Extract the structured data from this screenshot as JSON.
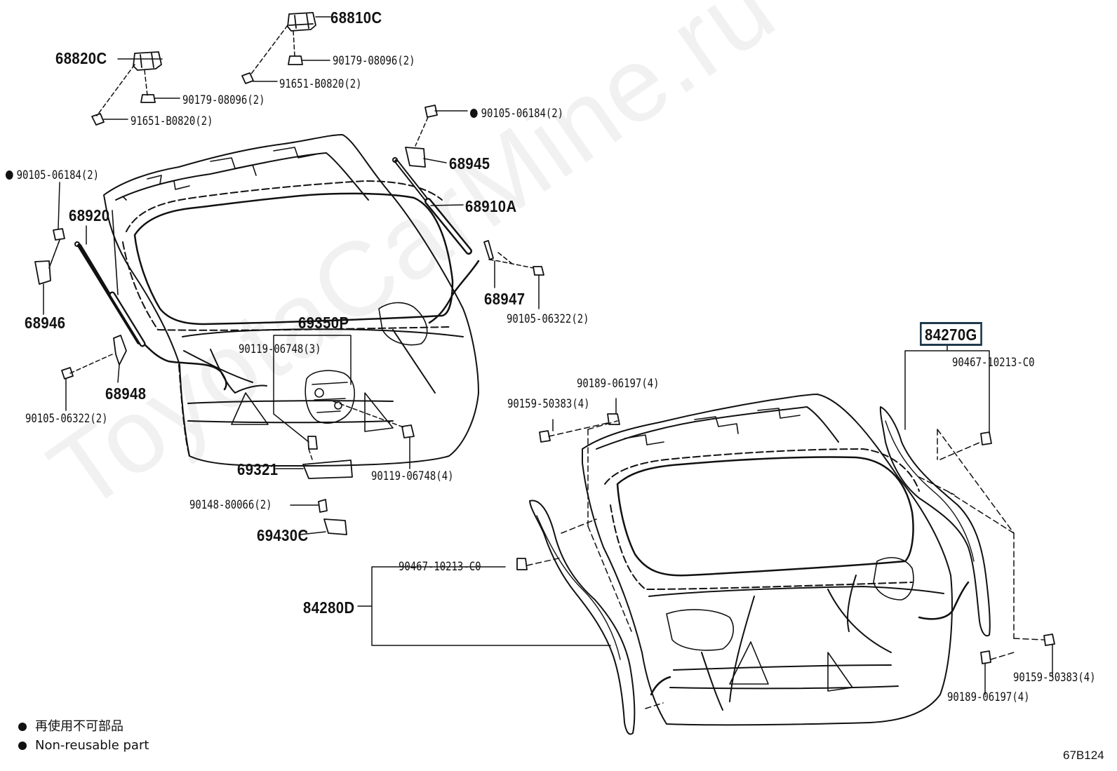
{
  "labels": {
    "p68810C": "68810C",
    "p90179_a": "90179-08096(2)",
    "p91651_a": "91651-B0820(2)",
    "p68820C": "68820C",
    "p90179_b": "90179-08096(2)",
    "p91651_b": "91651-B0820(2)",
    "p90105_06184_a": "90105-06184(2)",
    "p68945": "68945",
    "p68910A": "68910A",
    "p90105_06184_b": "90105-06184(2)",
    "p68920": "68920",
    "p68946": "68946",
    "p68947": "68947",
    "p90105_06322_a": "90105-06322(2)",
    "p69350P": "69350P",
    "p90119_06748_3": "90119-06748(3)",
    "p68948": "68948",
    "p90105_06322_b": "90105-06322(2)",
    "p90119_06748_4": "90119-06748(4)",
    "p69321": "69321",
    "p90148": "90148-80066(2)",
    "p69430C": "69430C",
    "p84270G": "84270G",
    "p90467_a": "90467-10213-C0",
    "p90189_a": "90189-06197(4)",
    "p90159_a": "90159-50383(4)",
    "p90467_b": "90467-10213-C0",
    "p84280D": "84280D",
    "p90159_b": "90159-50383(4)",
    "p90189_b": "90189-06197(4)"
  },
  "legend": {
    "jp": "再使用不可部品",
    "en": "Non-reusable part"
  },
  "figure_code": "67B124",
  "watermark": "ToyotaCarMine.ru"
}
